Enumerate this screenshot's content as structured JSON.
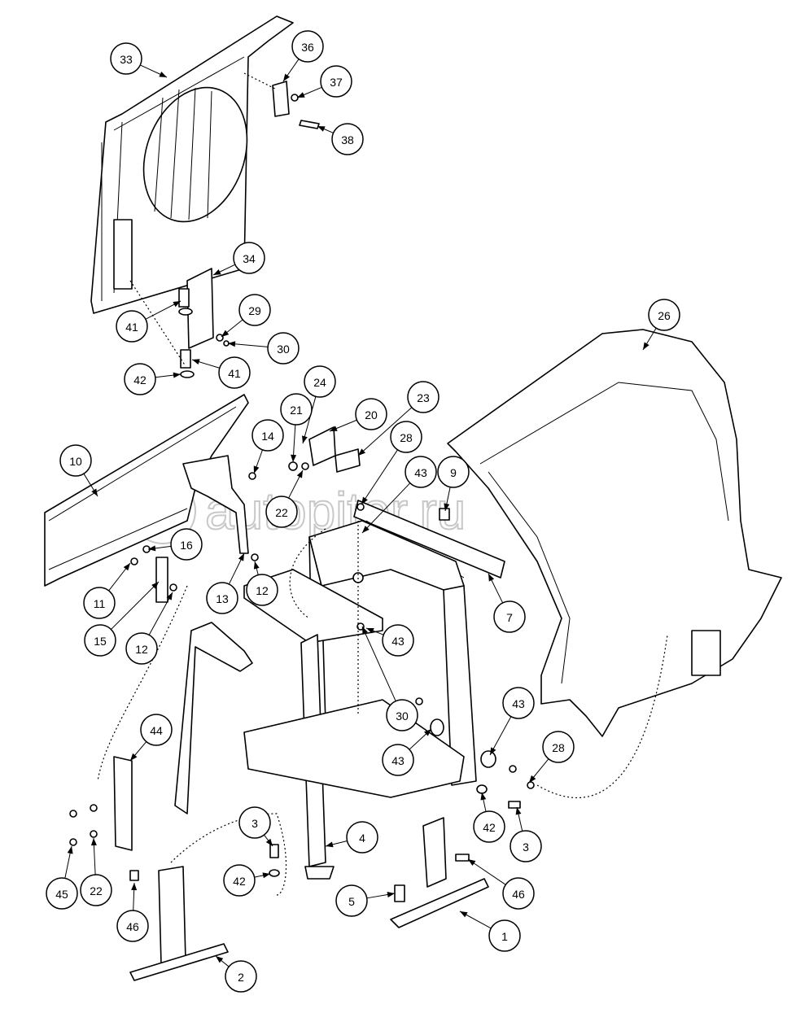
{
  "diagram": {
    "watermark": "autopiter.ru",
    "callouts": [
      "33",
      "36",
      "37",
      "38",
      "34",
      "29",
      "30",
      "41",
      "42",
      "41",
      "26",
      "24",
      "21",
      "20",
      "23",
      "28",
      "43",
      "9",
      "14",
      "10",
      "22",
      "16",
      "11",
      "13",
      "12",
      "15",
      "12",
      "7",
      "43",
      "30",
      "43",
      "43",
      "28",
      "44",
      "42",
      "3",
      "3",
      "4",
      "42",
      "5",
      "46",
      "1",
      "45",
      "22",
      "46",
      "2"
    ]
  }
}
